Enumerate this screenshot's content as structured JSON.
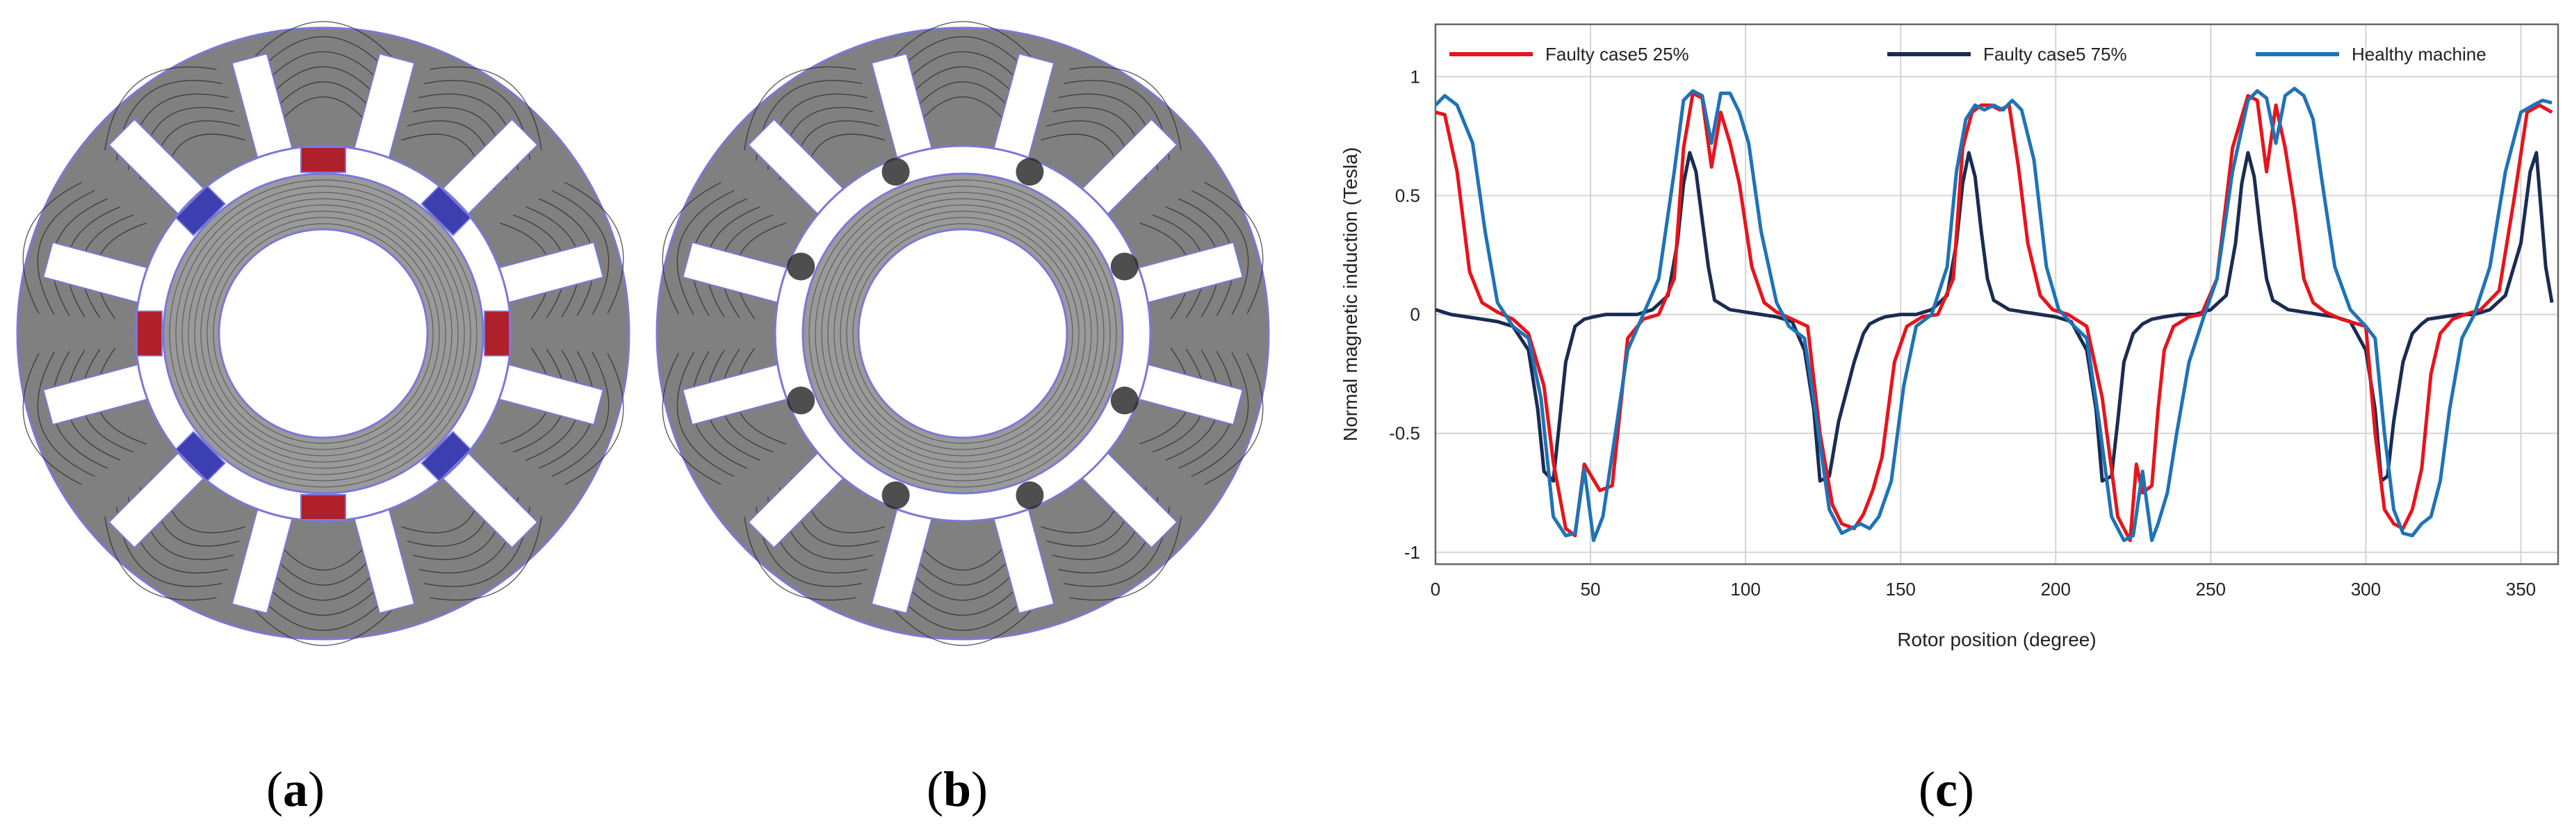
{
  "figure": {
    "labels": [
      "a",
      "b",
      "c"
    ],
    "paren_open": "(",
    "paren_close": ")"
  },
  "colors": {
    "red": "#e8141b",
    "navy": "#1a2c52",
    "blue": "#1f73b7",
    "pole_red": "#b0202a",
    "pole_blue": "#3b3fb0",
    "steel": "#808080",
    "edge": "#7a78d8"
  },
  "chart_data": {
    "type": "line",
    "title": "",
    "xlabel": "Rotor position (degree)",
    "ylabel": "Normal magnetic induction (Tesla)",
    "xlim": [
      0,
      362
    ],
    "ylim": [
      -1.05,
      1.22
    ],
    "grid": true,
    "legend": "top",
    "xticks": [
      0,
      50,
      100,
      150,
      200,
      250,
      300,
      350
    ],
    "yticks": [
      -1,
      -0.5,
      0,
      0.5,
      1
    ],
    "series": [
      {
        "name": "Faulty case5 25%",
        "color": "red",
        "x": [
          0,
          3,
          7,
          11,
          15,
          20,
          25,
          30,
          35,
          38,
          42,
          45,
          48,
          53,
          57,
          62,
          67,
          72,
          77,
          80,
          83,
          86,
          89,
          92,
          95,
          98,
          102,
          106,
          110,
          115,
          120,
          124,
          128,
          131,
          135,
          138,
          141,
          144,
          148,
          152,
          157,
          162,
          167,
          170,
          173,
          176,
          179,
          182,
          185,
          188,
          191,
          195,
          199,
          204,
          210,
          215,
          220,
          224,
          226,
          228,
          231,
          233,
          235,
          238,
          243,
          247,
          252,
          257,
          262,
          265,
          268,
          271,
          274,
          277,
          280,
          283,
          287,
          292,
          300,
          303,
          306,
          309,
          312,
          315,
          318,
          321,
          324,
          328,
          332,
          337,
          343,
          348,
          352,
          356,
          360
        ],
        "y": [
          0.85,
          0.84,
          0.6,
          0.18,
          0.05,
          0.01,
          -0.02,
          -0.08,
          -0.3,
          -0.62,
          -0.9,
          -0.93,
          -0.63,
          -0.74,
          -0.72,
          -0.1,
          -0.02,
          0.0,
          0.15,
          0.7,
          0.93,
          0.91,
          0.62,
          0.85,
          0.72,
          0.55,
          0.2,
          0.05,
          0.01,
          -0.02,
          -0.05,
          -0.5,
          -0.8,
          -0.88,
          -0.9,
          -0.84,
          -0.74,
          -0.6,
          -0.2,
          -0.05,
          -0.01,
          0.0,
          0.15,
          0.7,
          0.85,
          0.88,
          0.88,
          0.86,
          0.88,
          0.62,
          0.3,
          0.08,
          0.02,
          0.0,
          -0.05,
          -0.35,
          -0.85,
          -0.95,
          -0.63,
          -0.75,
          -0.72,
          -0.4,
          -0.15,
          -0.05,
          -0.01,
          0.0,
          0.15,
          0.7,
          0.92,
          0.9,
          0.6,
          0.88,
          0.7,
          0.45,
          0.15,
          0.05,
          0.01,
          -0.02,
          -0.05,
          -0.5,
          -0.82,
          -0.88,
          -0.9,
          -0.82,
          -0.65,
          -0.25,
          -0.08,
          -0.02,
          0.0,
          0.02,
          0.1,
          0.5,
          0.85,
          0.88,
          0.85
        ]
      },
      {
        "name": "Faulty case5 75%",
        "color": "navy",
        "x": [
          0,
          5,
          10,
          15,
          20,
          25,
          30,
          33,
          35,
          38,
          40,
          42,
          45,
          48,
          51,
          55,
          60,
          65,
          70,
          75,
          78,
          80,
          82,
          84,
          86,
          88,
          90,
          95,
          100,
          105,
          110,
          115,
          119,
          122,
          124,
          127,
          130,
          135,
          138,
          140,
          143,
          145,
          150,
          155,
          160,
          165,
          168,
          170,
          172,
          174,
          176,
          178,
          180,
          185,
          190,
          195,
          200,
          205,
          210,
          213,
          215,
          218,
          220,
          222,
          225,
          228,
          231,
          235,
          240,
          245,
          250,
          255,
          258,
          260,
          262,
          264,
          266,
          268,
          270,
          275,
          280,
          285,
          290,
          295,
          300,
          303,
          305,
          307,
          309,
          312,
          315,
          318,
          320,
          325,
          330,
          335,
          340,
          345,
          350,
          353,
          355,
          358,
          360
        ],
        "y": [
          0.02,
          0.0,
          -0.01,
          -0.02,
          -0.03,
          -0.05,
          -0.15,
          -0.4,
          -0.66,
          -0.7,
          -0.45,
          -0.2,
          -0.05,
          -0.02,
          -0.01,
          0.0,
          0.0,
          0.0,
          0.02,
          0.08,
          0.3,
          0.55,
          0.68,
          0.6,
          0.4,
          0.2,
          0.06,
          0.02,
          0.01,
          0.0,
          -0.01,
          -0.03,
          -0.15,
          -0.4,
          -0.7,
          -0.68,
          -0.45,
          -0.2,
          -0.08,
          -0.04,
          -0.02,
          -0.01,
          0.0,
          0.0,
          0.02,
          0.08,
          0.3,
          0.55,
          0.68,
          0.58,
          0.35,
          0.15,
          0.06,
          0.02,
          0.01,
          0.0,
          -0.01,
          -0.03,
          -0.15,
          -0.4,
          -0.7,
          -0.68,
          -0.45,
          -0.2,
          -0.08,
          -0.04,
          -0.02,
          -0.01,
          0.0,
          0.0,
          0.02,
          0.08,
          0.3,
          0.55,
          0.68,
          0.58,
          0.35,
          0.15,
          0.06,
          0.02,
          0.01,
          0.0,
          -0.01,
          -0.03,
          -0.15,
          -0.4,
          -0.7,
          -0.68,
          -0.45,
          -0.2,
          -0.08,
          -0.04,
          -0.02,
          -0.01,
          0.0,
          0.0,
          0.02,
          0.08,
          0.3,
          0.6,
          0.68,
          0.2,
          0.05
        ]
      },
      {
        "name": "Healthy machine",
        "color": "blue",
        "x": [
          0,
          3,
          7,
          12,
          16,
          20,
          25,
          30,
          34,
          38,
          42,
          45,
          48,
          51,
          54,
          58,
          62,
          67,
          72,
          77,
          80,
          83,
          86,
          89,
          92,
          95,
          98,
          101,
          105,
          110,
          114,
          119,
          123,
          127,
          131,
          134,
          137,
          140,
          143,
          147,
          151,
          155,
          160,
          165,
          168,
          171,
          174,
          177,
          180,
          183,
          186,
          189,
          193,
          197,
          201,
          206,
          210,
          214,
          218,
          222,
          225,
          228,
          231,
          233,
          236,
          239,
          243,
          248,
          252,
          257,
          262,
          265,
          268,
          271,
          274,
          277,
          280,
          283,
          286,
          290,
          295,
          300,
          303,
          306,
          309,
          312,
          315,
          318,
          321,
          324,
          327,
          331,
          335,
          340,
          345,
          350,
          354,
          357,
          360
        ],
        "y": [
          0.88,
          0.92,
          0.88,
          0.72,
          0.35,
          0.05,
          -0.05,
          -0.1,
          -0.35,
          -0.85,
          -0.93,
          -0.92,
          -0.65,
          -0.95,
          -0.85,
          -0.5,
          -0.15,
          0.0,
          0.15,
          0.6,
          0.9,
          0.94,
          0.92,
          0.72,
          0.93,
          0.93,
          0.85,
          0.72,
          0.35,
          0.05,
          -0.05,
          -0.1,
          -0.45,
          -0.82,
          -0.92,
          -0.9,
          -0.88,
          -0.9,
          -0.85,
          -0.7,
          -0.3,
          -0.05,
          0.0,
          0.2,
          0.6,
          0.82,
          0.88,
          0.86,
          0.88,
          0.86,
          0.9,
          0.86,
          0.65,
          0.2,
          0.02,
          -0.05,
          -0.1,
          -0.45,
          -0.85,
          -0.95,
          -0.93,
          -0.66,
          -0.95,
          -0.88,
          -0.75,
          -0.5,
          -0.2,
          0.0,
          0.15,
          0.6,
          0.9,
          0.94,
          0.91,
          0.72,
          0.92,
          0.95,
          0.92,
          0.82,
          0.55,
          0.2,
          0.02,
          -0.05,
          -0.1,
          -0.5,
          -0.82,
          -0.92,
          -0.93,
          -0.88,
          -0.85,
          -0.7,
          -0.4,
          -0.1,
          0.0,
          0.2,
          0.6,
          0.85,
          0.88,
          0.9,
          0.89
        ]
      }
    ]
  }
}
